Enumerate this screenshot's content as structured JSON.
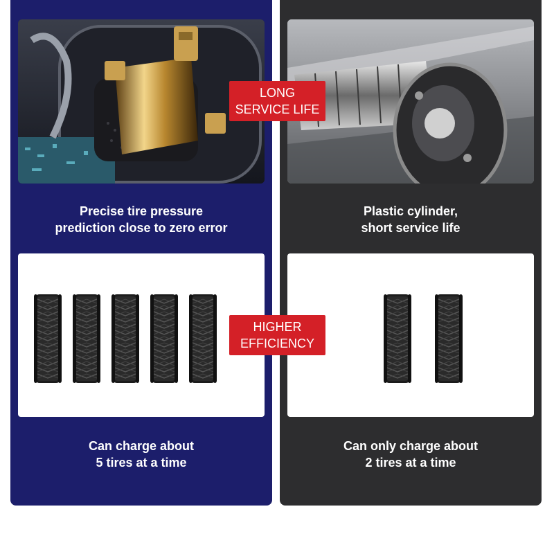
{
  "badges": {
    "top": {
      "line1": "LONG",
      "line2": "SERVICE LIFE"
    },
    "middle": {
      "line1": "HIGHER",
      "line2": "EFFICIENCY"
    }
  },
  "left": {
    "photo_caption": {
      "line1": "Precise tire pressure",
      "line2": "prediction close to zero error"
    },
    "tire_caption": {
      "line1": "Can charge about",
      "line2": "5 tires at a time"
    },
    "tire_count": 5,
    "background_color": "#1c1e6b"
  },
  "right": {
    "photo_caption": {
      "line1": "Plastic cylinder,",
      "line2": "short service life"
    },
    "tire_caption": {
      "line1": "Can only charge about",
      "line2": "2 tires at a time"
    },
    "tire_count": 2,
    "background_color": "#2d2d2f"
  },
  "badge_color": "#d42027"
}
